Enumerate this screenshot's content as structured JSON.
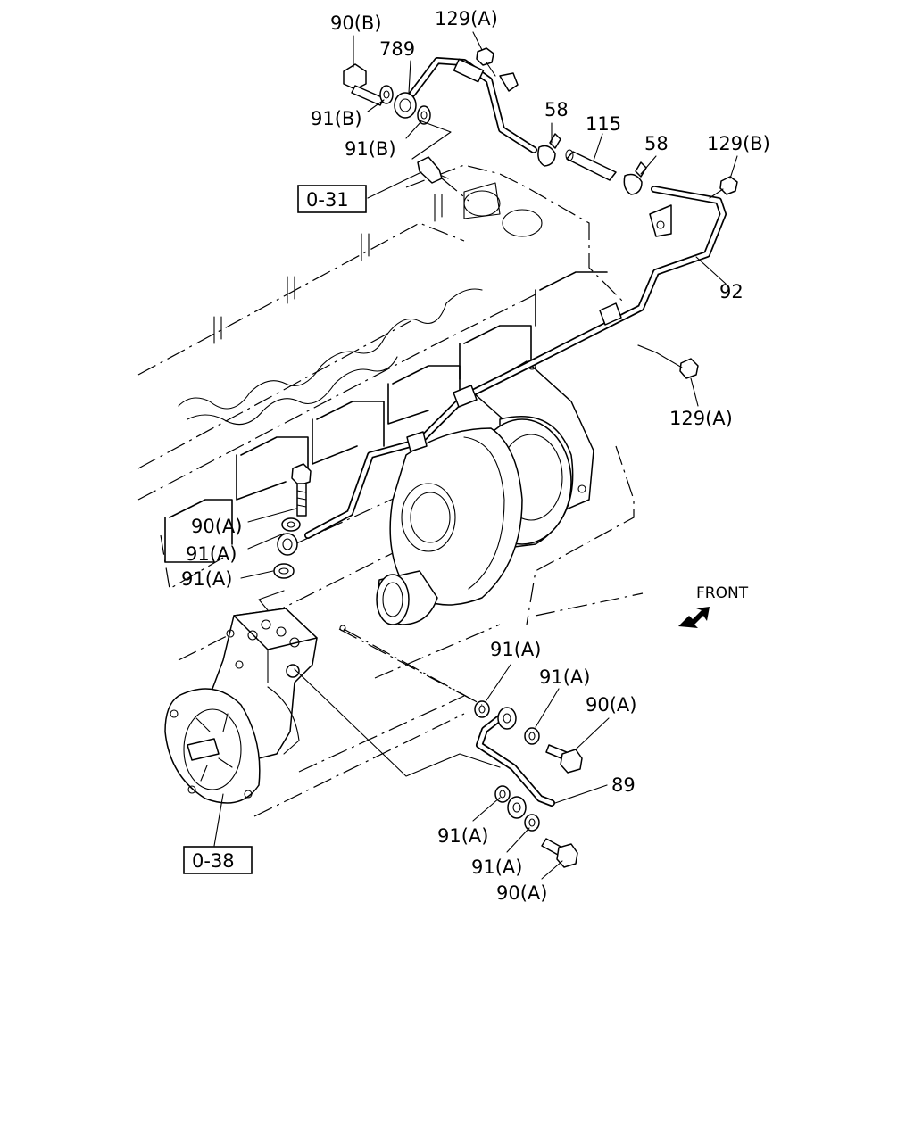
{
  "diagram": {
    "callouts": {
      "c90b": "90(B)",
      "c129a_top": "129(A)",
      "c789": "789",
      "c91b_1": "91(B)",
      "c91b_2": "91(B)",
      "c58_left": "58",
      "c115": "115",
      "c58_right": "58",
      "c129b": "129(B)",
      "c92": "92",
      "c129a_right": "129(A)",
      "c90a_left": "90(A)",
      "c91a_left1": "91(A)",
      "c91a_left2": "91(A)",
      "c91a_mid1": "91(A)",
      "c91a_mid2": "91(A)",
      "c90a_mid": "90(A)",
      "c89": "89",
      "c91a_low1": "91(A)",
      "c91a_low2": "91(A)",
      "c90a_low": "90(A)"
    },
    "refs": {
      "ref_031": "0-31",
      "ref_038": "0-38"
    },
    "front_label": "FRONT"
  }
}
